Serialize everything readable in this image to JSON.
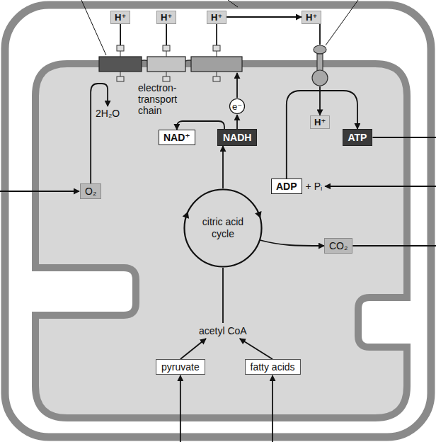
{
  "diagram": {
    "nodes": [
      {
        "text": [
          "H⁺"
        ]
      },
      {
        "text": [
          "H⁺"
        ]
      },
      {
        "text": [
          "H⁺"
        ]
      },
      {
        "text": [
          "H⁺"
        ]
      },
      {
        "text": [
          "H⁺"
        ]
      },
      {
        "text": [
          "O₂"
        ]
      },
      {
        "text": [
          "NAD⁺"
        ]
      },
      {
        "text": [
          "NADH"
        ]
      },
      {
        "text": [
          "e⁻"
        ]
      },
      {
        "text": [
          "ATP"
        ]
      },
      {
        "text": [
          "ADP"
        ]
      },
      {
        "text": [
          "citric acid cycle"
        ]
      },
      {
        "text": [
          "CO₂"
        ]
      },
      {
        "text": [
          "pyruvate"
        ]
      },
      {
        "text": [
          "fatty acids"
        ]
      }
    ],
    "edges": [
      {
        "from": 2,
        "to": 3,
        "arrow": "to"
      },
      {
        "from": 7,
        "to": 6,
        "arrow": "to"
      },
      {
        "from": 7,
        "to": 8,
        "arrow": "to"
      },
      {
        "from": 11,
        "to": 7,
        "arrow": "to"
      },
      {
        "from": 11,
        "to": 12,
        "arrow": "to"
      },
      {
        "from": 10,
        "to": 9,
        "arrow": "to"
      }
    ],
    "labels": [
      "electron- transport chain",
      "2H₂O",
      "+ Pᵢ",
      "acetyl CoA"
    ]
  }
}
